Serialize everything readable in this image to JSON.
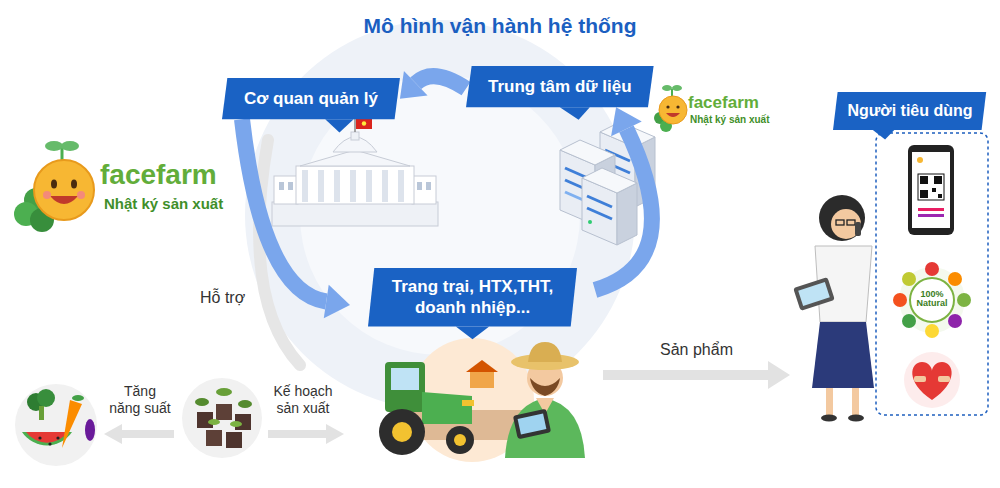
{
  "diagram": {
    "title": "Mô hình vận hành hệ thống",
    "nodes": [
      {
        "text": [
          "Cơ quan quản lý"
        ]
      },
      {
        "text": [
          "Trung tâm dữ liệu"
        ]
      },
      {
        "text": [
          "Trang trại, HTX,THT, doanh nhiệp..."
        ]
      },
      {
        "text": [
          "Người tiêu dùng"
        ]
      }
    ],
    "edges": [
      {
        "from": 1,
        "to": 0,
        "arrow": "to"
      },
      {
        "from": 0,
        "to": 2,
        "arrow": "to"
      },
      {
        "from": 2,
        "to": 1,
        "arrow": "to"
      },
      {
        "from": 2,
        "to": 3,
        "label": "Sản phẩm",
        "arrow": "to"
      }
    ],
    "labels": [
      "facefarm",
      "Nhật ký sản xuất",
      "facefarm",
      "Nhật ký sản xuất",
      "Hỗ trợ",
      "Tăng năng suất",
      "Kế hoạch sản xuất",
      "100% Natural"
    ]
  }
}
